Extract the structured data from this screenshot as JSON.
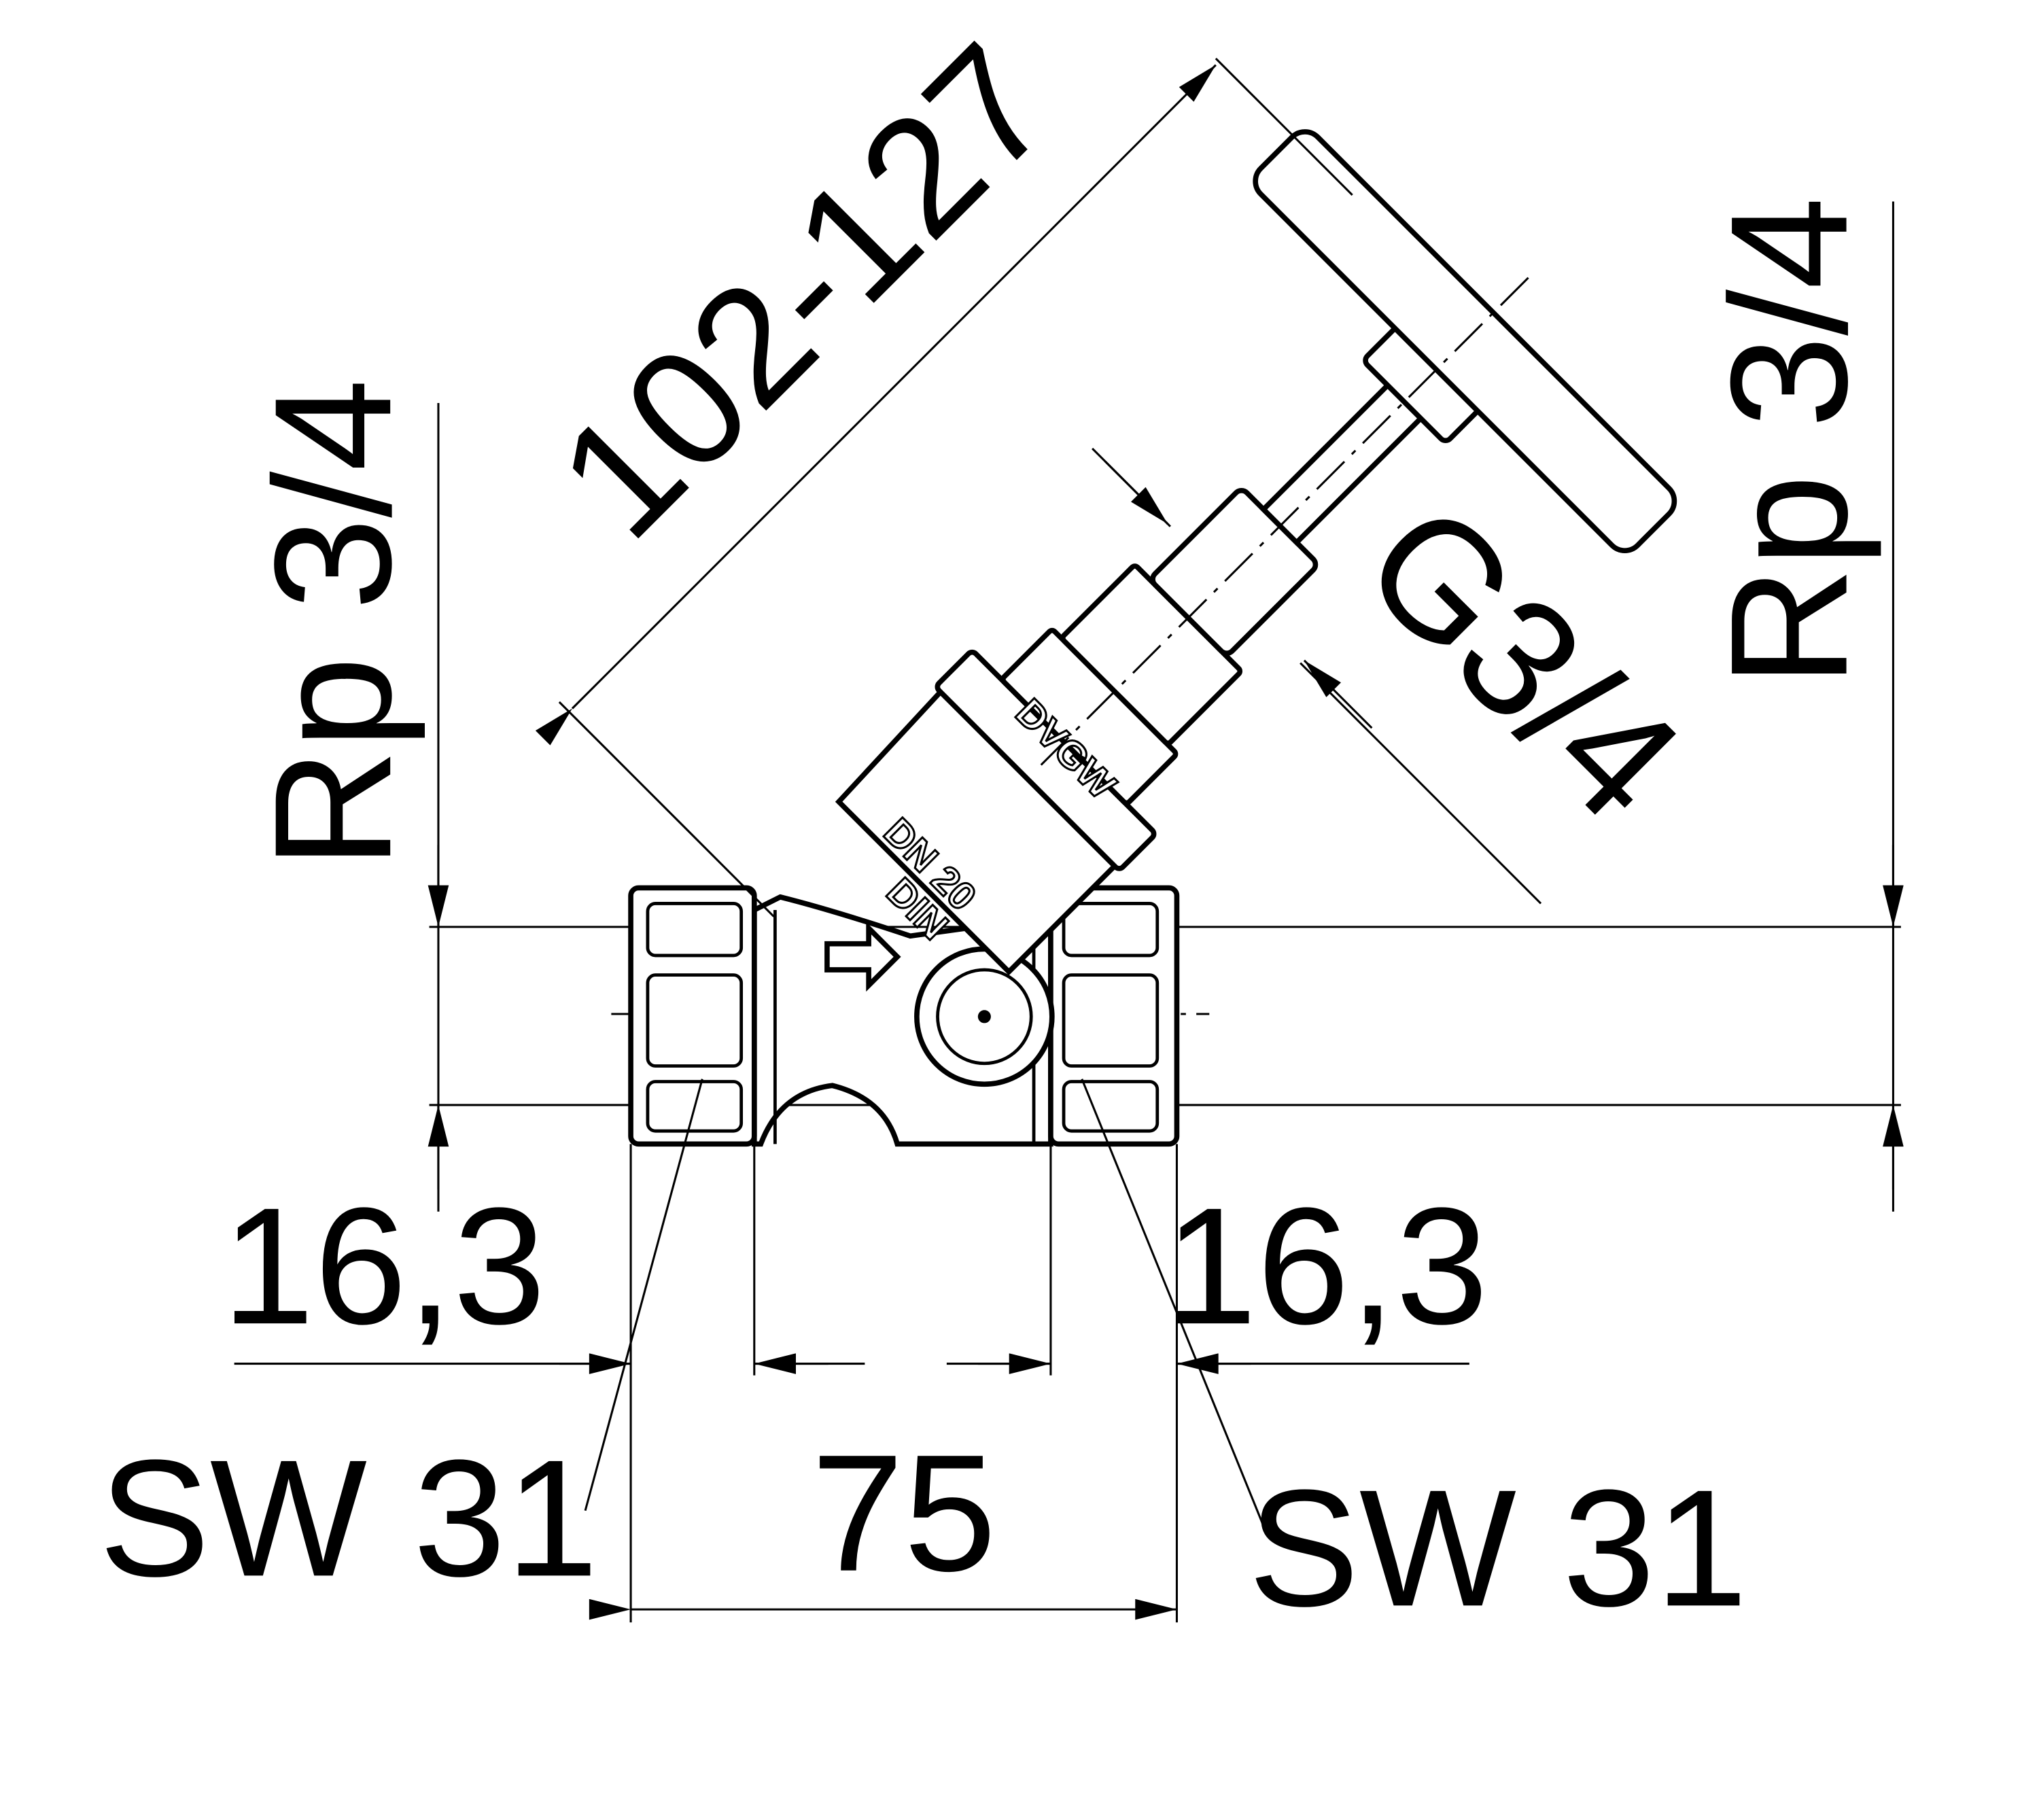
{
  "title": "Valve dimension drawing",
  "dimensions": {
    "stem_length": "102-127",
    "bonnet_thread": "G3/4",
    "left_thread": "Rp 3/4",
    "right_thread": "Rp 3/4",
    "left_thread_depth": "16,3",
    "right_thread_depth": "16,3",
    "overall_length": "75",
    "left_wrench": "SW 31",
    "right_wrench": "SW 31"
  },
  "body_markings": {
    "approval": "DVGW",
    "nominal_size": "DN 20",
    "standard": "DIN"
  }
}
